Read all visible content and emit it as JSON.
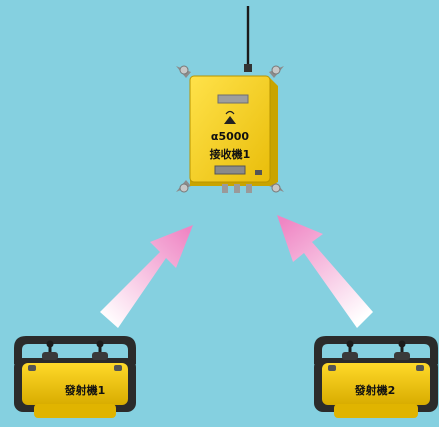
{
  "receiver": {
    "model": "α5000",
    "name": "接收機1"
  },
  "transmitters": [
    {
      "name": "發射機1"
    },
    {
      "name": "發射機2"
    }
  ],
  "colors": {
    "background": "#85d0e0",
    "device_yellow": "#f4cf1e",
    "device_shadow": "#c9a400",
    "device_dark": "#2b2b2b",
    "arrow_pink": "#ef86c4",
    "arrow_white": "#ffffff"
  },
  "icons": [
    "antenna-icon",
    "wireless-signal-icon",
    "mounting-bracket-icon",
    "connector-icon",
    "joystick-icon"
  ]
}
